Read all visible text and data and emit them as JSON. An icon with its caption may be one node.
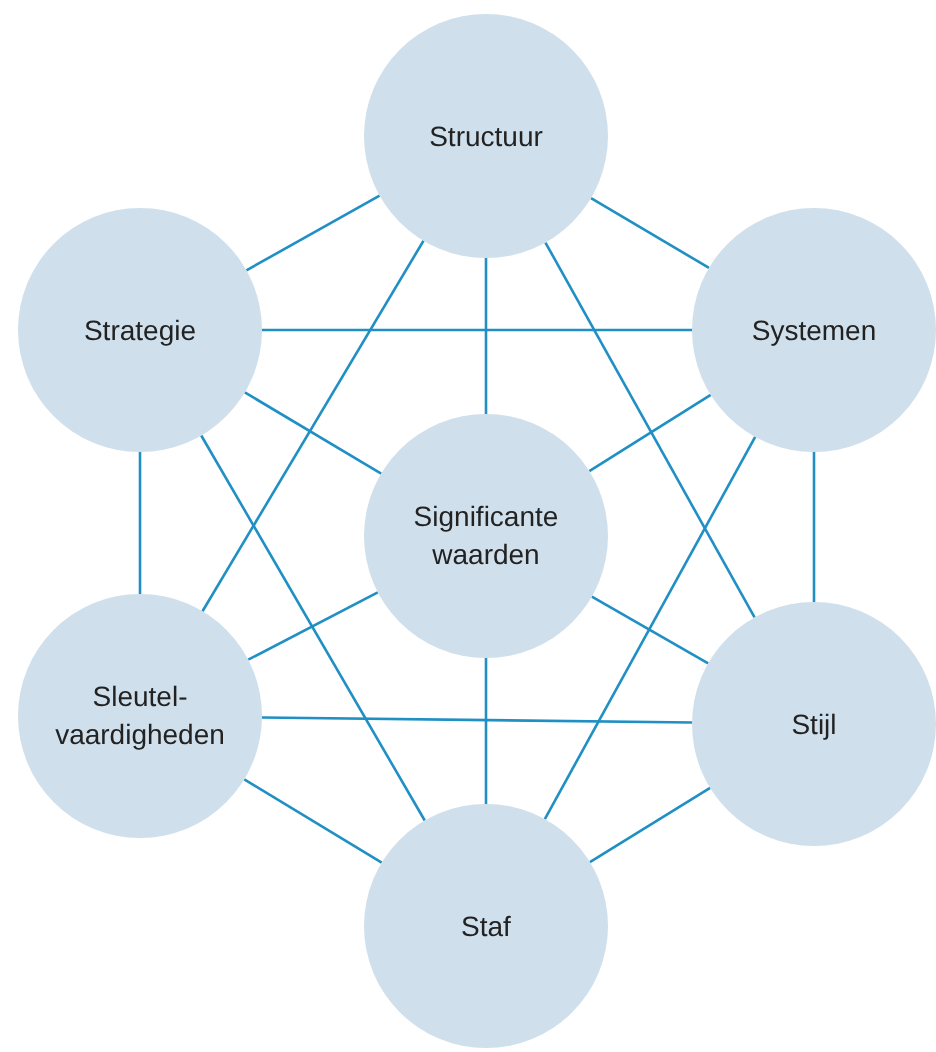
{
  "diagram": {
    "nodes": [
      {
        "text": [
          "Structuur"
        ]
      },
      {
        "text": [
          "Strategie"
        ]
      },
      {
        "text": [
          "Systemen"
        ]
      },
      {
        "text": [
          "Significante waarden"
        ]
      },
      {
        "text": [
          "Sleutel- vaardigheden"
        ]
      },
      {
        "text": [
          "Stijl"
        ]
      },
      {
        "text": [
          "Staf"
        ]
      }
    ],
    "edges": [
      {
        "from": 0,
        "to": 1,
        "arrow": "none"
      },
      {
        "from": 0,
        "to": 2,
        "arrow": "none"
      },
      {
        "from": 0,
        "to": 3,
        "arrow": "none"
      },
      {
        "from": 0,
        "to": 4,
        "arrow": "none"
      },
      {
        "from": 0,
        "to": 5,
        "arrow": "none"
      },
      {
        "from": 1,
        "to": 2,
        "arrow": "none"
      },
      {
        "from": 1,
        "to": 3,
        "arrow": "none"
      },
      {
        "from": 1,
        "to": 4,
        "arrow": "none"
      },
      {
        "from": 1,
        "to": 6,
        "arrow": "none"
      },
      {
        "from": 2,
        "to": 3,
        "arrow": "none"
      },
      {
        "from": 2,
        "to": 5,
        "arrow": "none"
      },
      {
        "from": 2,
        "to": 6,
        "arrow": "none"
      },
      {
        "from": 3,
        "to": 4,
        "arrow": "none"
      },
      {
        "from": 3,
        "to": 5,
        "arrow": "none"
      },
      {
        "from": 3,
        "to": 6,
        "arrow": "none"
      },
      {
        "from": 4,
        "to": 5,
        "arrow": "none"
      },
      {
        "from": 4,
        "to": 6,
        "arrow": "none"
      },
      {
        "from": 5,
        "to": 6,
        "arrow": "none"
      }
    ]
  }
}
